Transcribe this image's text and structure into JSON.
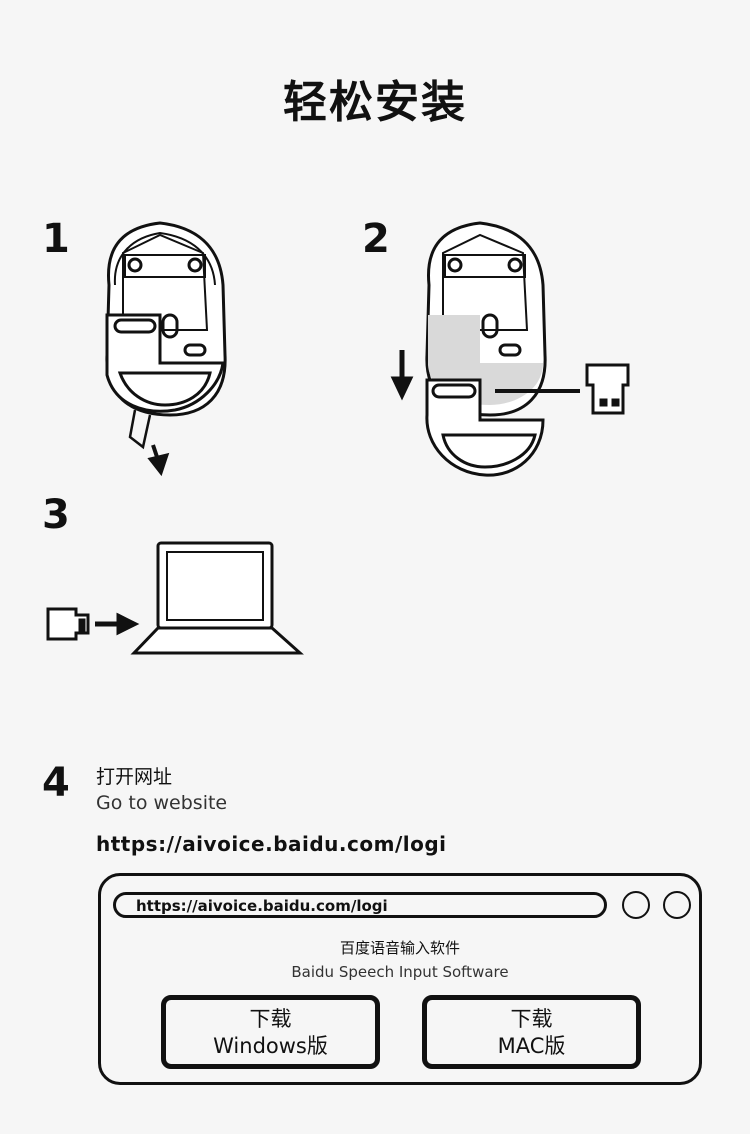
{
  "title": "轻松安装",
  "steps": {
    "s1": "1",
    "s2": "2",
    "s3": "3",
    "s4": {
      "number": "4",
      "label_cn": "打开网址",
      "label_en": "Go to website",
      "url": "https://aivoice.baidu.com/logi"
    }
  },
  "browser": {
    "address": "https://aivoice.baidu.com/logi",
    "software_cn": "百度语音输入软件",
    "software_en": "Baidu Speech Input Software",
    "buttons": [
      {
        "line1": "下载",
        "line2": "Windows版"
      },
      {
        "line1": "下载",
        "line2": "MAC版"
      }
    ]
  },
  "colors": {
    "background": "#f6f6f6",
    "ink": "#111111",
    "battery_door_shade": "#d9d9d9"
  }
}
